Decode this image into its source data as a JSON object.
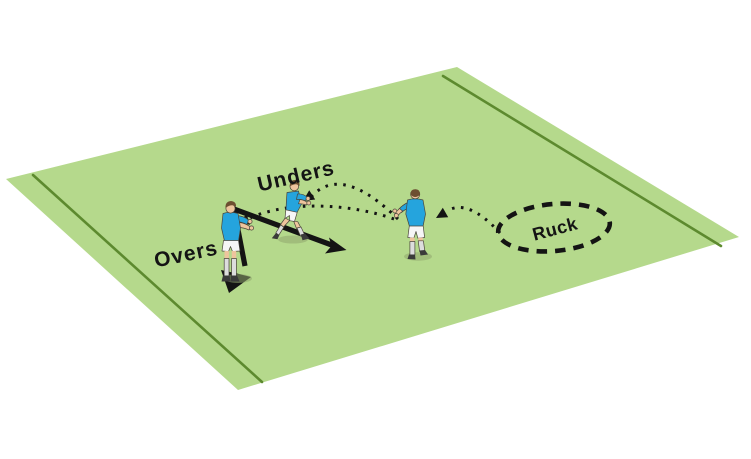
{
  "diagram": {
    "labels": {
      "overs": "Overs",
      "unders": "Unders",
      "ruck": "Ruck"
    },
    "colors": {
      "background": "#ffffff",
      "field": "#b5d98c",
      "touchline": "#5d8a2f",
      "marking": "#141414",
      "jersey": "#25a4dd",
      "shorts": "#f6f6f6",
      "skin": "#eec49d",
      "hair": "#6d4f31",
      "socks": "#dddddd",
      "boots": "#3a3a3a",
      "shadow": "#8fa56e"
    }
  }
}
